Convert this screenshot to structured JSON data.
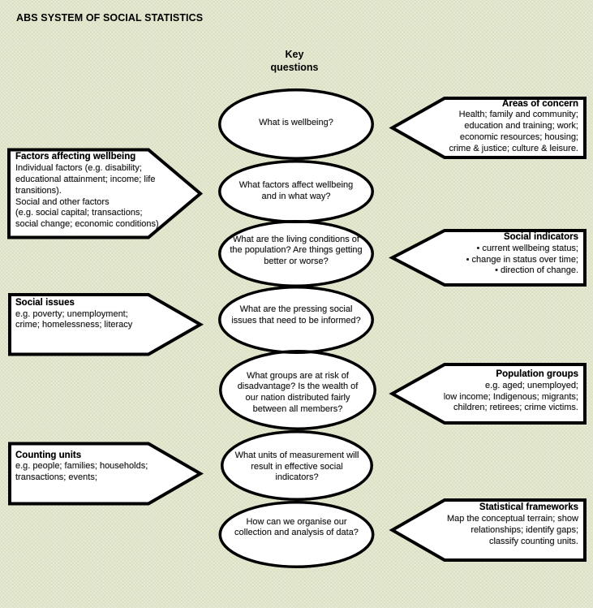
{
  "page": {
    "title": "ABS SYSTEM OF SOCIAL STATISTICS"
  },
  "column_header": "Key\nquestions",
  "key_questions": [
    {
      "text": "What is wellbeing?"
    },
    {
      "text": "What factors affect wellbeing\nand in what way?"
    },
    {
      "text": "What are the living conditions of\nthe population? Are things getting\nbetter or worse?"
    },
    {
      "text": "What are the pressing social\nissues that need to be informed?"
    },
    {
      "text": "What groups are at risk of\ndisadvantage? Is the wealth of\nour nation distributed fairly\nbetween all members?"
    },
    {
      "text": "What units of measurement will\nresult in effective social\nindicators?"
    },
    {
      "text": "How can we organise our\ncollection and analysis of data?"
    }
  ],
  "left_callouts": [
    {
      "title": "Factors affecting wellbeing",
      "body": "Individual factors (e.g. disability;\neducational attainment; income; life\ntransitions).\nSocial and other factors\n(e.g. social capital; transactions;\nsocial change; economic conditions)"
    },
    {
      "title": "Social issues",
      "body": "e.g. poverty; unemployment;\ncrime; homelessness; literacy"
    },
    {
      "title": "Counting units",
      "body": "e.g. people; families; households;\ntransactions; events;"
    }
  ],
  "right_callouts": [
    {
      "title": "Areas of concern",
      "body": "Health; family and community;\neducation and training; work;\neconomic resources; housing;\ncrime & justice; culture & leisure."
    },
    {
      "title": "Social indicators",
      "body": "• current wellbeing status;\n• change in status over time;\n• direction of change."
    },
    {
      "title": "Population groups",
      "body": "e.g. aged; unemployed;\nlow income; Indigenous; migrants;\nchildren; retirees; crime victims."
    },
    {
      "title": "Statistical frameworks",
      "body": "Map the conceptual terrain; show\nrelationships; identify gaps;\nclassify counting units."
    }
  ],
  "colors": {
    "background": "#dde1c6",
    "shape_fill": "#ffffff",
    "stroke": "#000000",
    "text": "#222222"
  }
}
